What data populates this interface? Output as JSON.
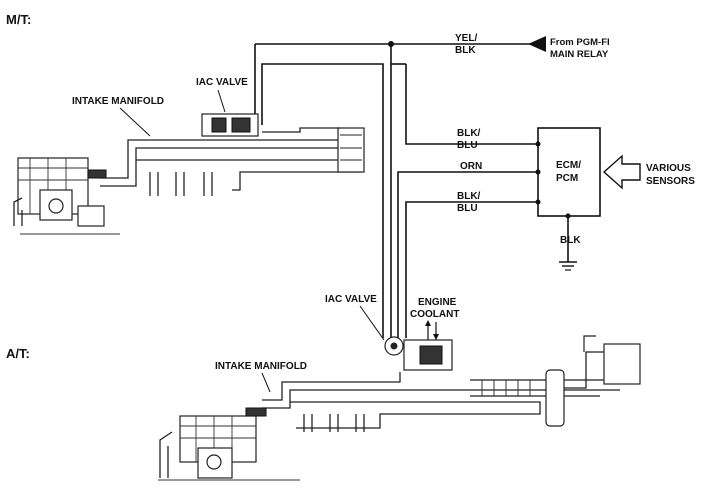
{
  "labels": {
    "mt": "M/T:",
    "at": "A/T:",
    "intake_manifold_top": "INTAKE MANIFOLD",
    "intake_manifold_bottom": "INTAKE MANIFOLD",
    "iac_valve_top": "IAC VALVE",
    "iac_valve_bottom": "IAC VALVE",
    "engine_coolant_line1": "ENGINE",
    "engine_coolant_line2": "COOLANT",
    "from_relay_line1": "From PGM-FI",
    "from_relay_line2": "MAIN RELAY",
    "various_line1": "VARIOUS",
    "various_line2": "SENSORS",
    "ecm_line1": "ECM/",
    "ecm_line2": "PCM",
    "ground": "BLK"
  },
  "wires": [
    {
      "line1": "YEL/",
      "line2": "BLK"
    },
    {
      "line1": "BLK/",
      "line2": "BLU"
    },
    {
      "line1": "ORN",
      "line2": ""
    },
    {
      "line1": "BLK/",
      "line2": "BLU"
    }
  ],
  "colors": {
    "ink": "#111111",
    "paper": "#ffffff"
  }
}
